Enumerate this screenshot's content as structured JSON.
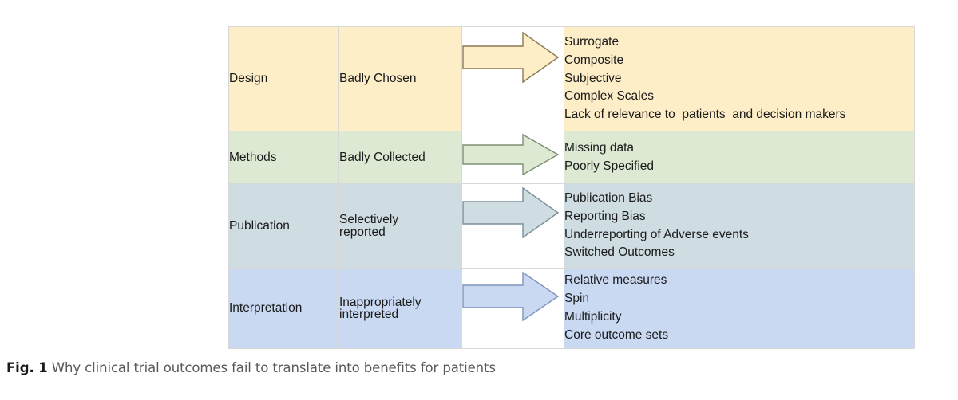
{
  "figure": {
    "caption_label": "Fig. 1",
    "caption_text": " Why clinical trial outcomes fail to translate into benefits for patients",
    "colors": {
      "design": "#fdeec8",
      "methods": "#dde9d3",
      "publication": "#cfdde2",
      "interpretation": "#c9d9f2",
      "arrow_stroke_design": "#8a7a55",
      "arrow_stroke_methods": "#7d8f74",
      "arrow_stroke_publication": "#79909a",
      "arrow_stroke_interpretation": "#7f94bd",
      "cell_border": "#d8d8d8",
      "text": "#1a1a1a",
      "caption_text": "#595959"
    },
    "rows": [
      {
        "stage": "Design",
        "problem": "Badly  Chosen",
        "arrow": "right-arrow-icon",
        "items": [
          "Surrogate",
          "Composite",
          "Subjective",
          "Complex Scales",
          "Lack of relevance to  patients  and decision makers"
        ]
      },
      {
        "stage": "Methods",
        "problem": "Badly Collected",
        "arrow": "right-arrow-icon",
        "items": [
          "Missing data",
          "Poorly Specified"
        ]
      },
      {
        "stage": "Publication",
        "problem": "Selectively\nreported",
        "arrow": "right-arrow-icon",
        "items": [
          "Publication Bias",
          "Reporting Bias",
          "Underreporting of Adverse events",
          "Switched Outcomes"
        ]
      },
      {
        "stage": "Interpretation",
        "problem": "Inappropriately\ninterpreted",
        "arrow": "right-arrow-icon",
        "items": [
          "Relative measures",
          "Spin",
          "Multiplicity",
          "Core outcome sets"
        ]
      }
    ]
  }
}
